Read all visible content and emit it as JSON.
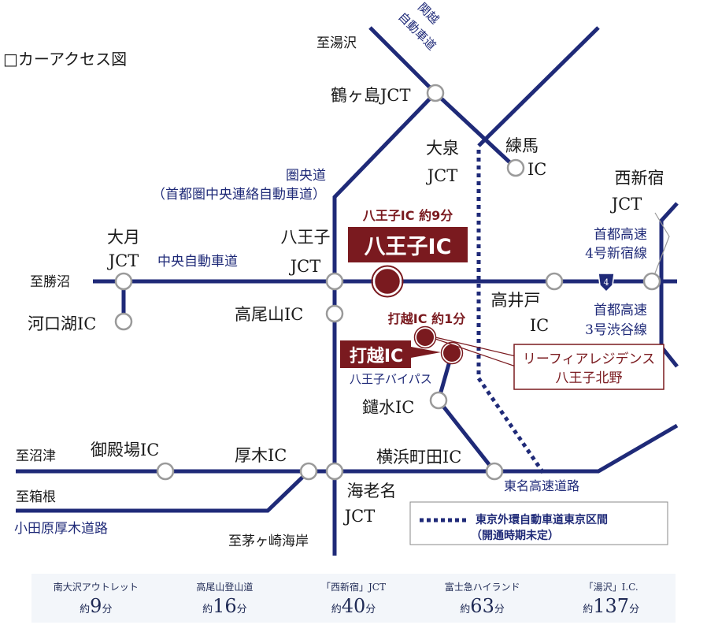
{
  "title": "□カーアクセス図",
  "colors": {
    "road": "#1f2a78",
    "highlight": "#7a1a1f",
    "node": "#9a9a9a"
  },
  "roads": {
    "kanetsu_1": "関越",
    "kanetsu_2": "自動車道",
    "kenodo_1": "圏央道",
    "kenodo_2": "（首都圏中央連絡自動車道）",
    "chuo": "中央自動車道",
    "shuto4_1": "首都高速",
    "shuto4_2": "4号新宿線",
    "shuto3_1": "首都高速",
    "shuto3_2": "3号渋谷線",
    "shuto4_shield": "4",
    "bypass": "八王子バイパス",
    "tomei": "東名高速道路",
    "odawara": "小田原厚木道路"
  },
  "directions": {
    "yuzawa": "至湯沢",
    "katsunuma": "至勝沼",
    "numazu": "至沼津",
    "hakone": "至箱根",
    "chigasaki": "至茅ヶ崎海岸"
  },
  "nodes": {
    "tsurugashima": "鶴ヶ島JCT",
    "oizumi_1": "大泉",
    "oizumi_2": "JCT",
    "nerima_1": "練馬",
    "nerima_2": "IC",
    "nishishinjuku_1": "西新宿",
    "nishishinjuku_2": "JCT",
    "otsuki_1": "大月",
    "otsuki_2": "JCT",
    "hachiojijct_1": "八王子",
    "hachiojijct_2": "JCT",
    "kawaguchiko": "河口湖IC",
    "takaosan": "高尾山IC",
    "takaido_1": "高井戸",
    "takaido_2": "IC",
    "yarimizu": "鑓水IC",
    "gotemba": "御殿場IC",
    "atsugi": "厚木IC",
    "yokohamamachida": "横浜町田IC",
    "ebina_1": "海老名",
    "ebina_2": "JCT"
  },
  "highlights": {
    "hachioji_ic_time": "八王子IC 約9分",
    "hachioji_ic": "八王子IC",
    "uchikoshi_ic_time": "打越IC 約1分",
    "uchikoshi_ic": "打越IC",
    "property_1": "リーフィアレジデンス",
    "property_2": "八王子北野"
  },
  "legend": {
    "line1": "東京外環自動車道東京区間",
    "line2": "（開通時期未定）"
  },
  "travel_times": [
    {
      "dest": "南大沢アウトレット",
      "prefix": "約",
      "value": "9",
      "unit": "分"
    },
    {
      "dest": "高尾山登山道",
      "prefix": "約",
      "value": "16",
      "unit": "分"
    },
    {
      "dest": "「西新宿」JCT",
      "prefix": "約",
      "value": "40",
      "unit": "分"
    },
    {
      "dest": "富士急ハイランド",
      "prefix": "約",
      "value": "63",
      "unit": "分"
    },
    {
      "dest": "「湯沢」I.C.",
      "prefix": "約",
      "value": "137",
      "unit": "分"
    }
  ]
}
